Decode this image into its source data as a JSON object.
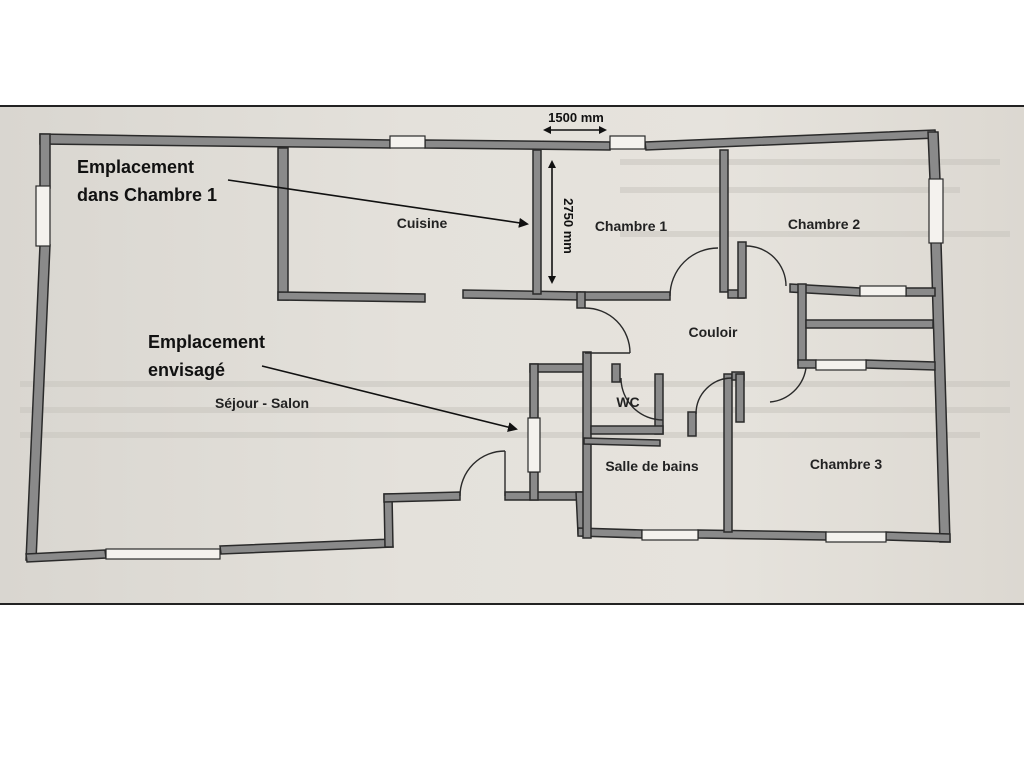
{
  "annotations": {
    "chambre1_location": [
      "Emplacement",
      "dans Chambre 1"
    ],
    "planned_location": [
      "Emplacement",
      "envisagé"
    ]
  },
  "dimensions": {
    "width": "1500 mm",
    "height": "2750 mm"
  },
  "rooms": {
    "cuisine": "Cuisine",
    "chambre1": "Chambre 1",
    "chambre2": "Chambre 2",
    "couloir": "Couloir",
    "wc": "WC",
    "sejour": "Séjour - Salon",
    "salle_de_bains": "Salle de bains",
    "chambre3": "Chambre 3"
  },
  "colors": {
    "wall_fill": "#8a8a8a",
    "wall_outline": "#2a2a2a",
    "paper": "#e3e0da",
    "annotation_text": "#111111"
  }
}
